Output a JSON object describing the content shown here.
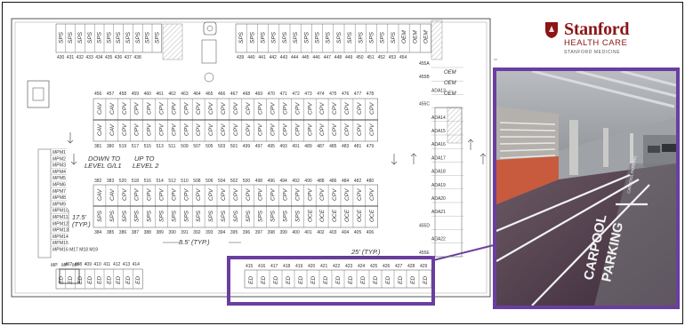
{
  "logo": {
    "brand": "Stanford",
    "subtitle": "HEALTH CARE",
    "tagline": "STANFORD MEDICINE",
    "color": "#8c1515"
  },
  "highlight_color": "#6a3ea1",
  "stalls": {
    "top_row": {
      "left_types": [
        "SPS",
        "SPS",
        "SPS",
        "SPS",
        "SPS",
        "SPS",
        "SPS",
        "SPS",
        "SPS",
        "SPS",
        "SPS"
      ],
      "left_numbers": [
        "430",
        "431",
        "432",
        "433",
        "434",
        "435",
        "436",
        "437",
        "438"
      ],
      "right_types": [
        "SPS",
        "SPS",
        "SPS",
        "SPS",
        "SPS",
        "SPS",
        "SPS",
        "SPS",
        "SPS",
        "SPS",
        "SPS",
        "SPS",
        "SPS",
        "SPS",
        "SPS",
        "OEM",
        "OEM",
        "OEM"
      ],
      "right_numbers": [
        "439",
        "440",
        "441",
        "442",
        "443",
        "444",
        "445",
        "446",
        "447",
        "448",
        "449",
        "450",
        "451",
        "452",
        "453",
        "454"
      ]
    },
    "block_a": {
      "top_numbers": [
        "456",
        "457",
        "458",
        "459",
        "460",
        "461",
        "462",
        "463",
        "464",
        "465",
        "466",
        "467",
        "468",
        "469",
        "470",
        "471",
        "472",
        "473",
        "474",
        "475",
        "476",
        "477",
        "478"
      ],
      "upper_types": [
        "CAV",
        "CAV",
        "CPV",
        "CPV",
        "CPV",
        "CPV",
        "CPV",
        "CPV",
        "CPV",
        "CPV",
        "CPV",
        "CPV",
        "CPV",
        "CPV",
        "CPV",
        "CPV",
        "CPV",
        "CPV",
        "CPV",
        "CPV",
        "CPV",
        "CPV",
        "CPV"
      ],
      "lower_types": [
        "CAV",
        "CAV",
        "CPV",
        "CPV",
        "CPV",
        "CPV",
        "CPV",
        "CPV",
        "CPV",
        "CPV",
        "CPV",
        "CPV",
        "CPV",
        "CPV",
        "CPV",
        "CPV",
        "CPV",
        "CPV",
        "CPV",
        "CPV",
        "CPV",
        "CPV",
        "CPV"
      ],
      "bottom_numbers": [
        "381",
        "380",
        "519",
        "517",
        "515",
        "513",
        "511",
        "509",
        "507",
        "505",
        "503",
        "501",
        "499",
        "497",
        "495",
        "493",
        "491",
        "489",
        "487",
        "485",
        "483",
        "481",
        "479"
      ]
    },
    "block_b": {
      "top_numbers": [
        "382",
        "383",
        "520",
        "518",
        "516",
        "514",
        "512",
        "510",
        "508",
        "506",
        "504",
        "502",
        "500",
        "498",
        "496",
        "494",
        "492",
        "490",
        "488",
        "486",
        "484",
        "482",
        "480"
      ],
      "upper_types": [
        "CAV",
        "CAV",
        "CPV",
        "CPV",
        "CPV",
        "CPV",
        "CPV",
        "CPV",
        "CPV",
        "CPV",
        "CPV",
        "CPV",
        "CPV",
        "CPV",
        "CPV",
        "CPV",
        "CPV",
        "CPV",
        "CPV",
        "CPV",
        "CPV",
        "CPV",
        "CPV"
      ],
      "lower_types": [
        "SPS",
        "SPS",
        "SPS",
        "SPS",
        "SPS",
        "SPS",
        "SPS",
        "SPS",
        "SPS",
        "SPS",
        "SPS",
        "SPS",
        "SPS",
        "SPS",
        "SPS",
        "SPS",
        "SPS",
        "OCE",
        "OCE",
        "OCE",
        "OCE",
        "OCE",
        "OCE"
      ],
      "bottom_numbers": [
        "384",
        "385",
        "386",
        "387",
        "388",
        "389",
        "390",
        "391",
        "392",
        "393",
        "394",
        "395",
        "396",
        "397",
        "398",
        "399",
        "400",
        "401",
        "402",
        "403",
        "404",
        "405",
        "406"
      ]
    },
    "bottom_left": {
      "numbers": [
        "407",
        "408",
        "409",
        "410",
        "411",
        "412",
        "413",
        "414"
      ],
      "types": [
        "ED",
        "ED",
        "ED",
        "ED",
        "ED",
        "ED",
        "ED",
        "ED",
        "ED"
      ]
    },
    "bottom_highlight": {
      "numbers": [
        "415",
        "416",
        "417",
        "418",
        "419",
        "420",
        "421",
        "422",
        "423",
        "424",
        "425",
        "426",
        "427",
        "428",
        "429"
      ],
      "types": [
        "ED",
        "ED",
        "ED",
        "ED",
        "ED",
        "ED",
        "ED",
        "ED",
        "ED",
        "ED",
        "ED",
        "ED",
        "ED",
        "ED",
        "ED"
      ]
    },
    "left_column": [
      "MP",
      "MP",
      "MP",
      "MP",
      "MP",
      "MP",
      "MP",
      "MP",
      "MP",
      "MP",
      "MP",
      "MP",
      "MP",
      "MP",
      "MP",
      "MP",
      "MP"
    ],
    "left_column_ids": [
      "M1",
      "M2",
      "M3",
      "M4",
      "M5",
      "M6",
      "M7",
      "M8",
      "M9",
      "M10",
      "M11",
      "M12",
      "M13",
      "M14",
      "M15",
      "M16 M17 M18 M19"
    ],
    "mp_row": [
      "MP",
      "MP",
      "MP"
    ],
    "right_ids": [
      "455A",
      "455B",
      "ADA13",
      "455C",
      "ADA14",
      "ADA15",
      "ADA16",
      "ADA17",
      "ADA18",
      "ADA19",
      "ADA20",
      "ADA21",
      "455D",
      "ADA22",
      "455E"
    ],
    "right_types": [
      "OEM",
      "OEM",
      "OEM"
    ]
  },
  "annotations": {
    "down_to": "DOWN TO",
    "down_level": "LEVEL G/L1",
    "up_to": "UP TO",
    "up_level": "LEVEL 2",
    "dim_1": "17.5'",
    "dim_1_typ": "(TYP.)",
    "dim_2": "8.5' (TYP.)",
    "dim_3": "25' (TYP.)"
  },
  "photo": {
    "floor_text_1": "CARPOOL",
    "floor_text_2": "PARKING",
    "sign_text": "CARPOOL PARKING"
  }
}
